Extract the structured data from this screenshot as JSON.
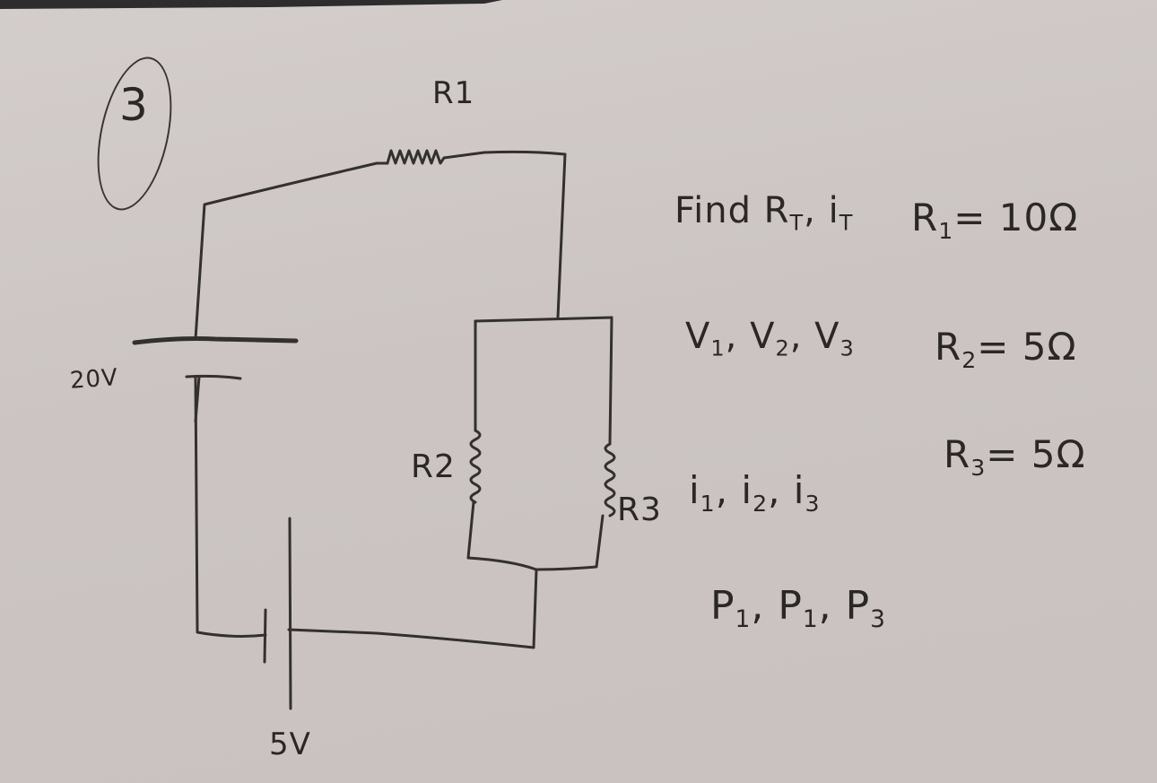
{
  "problem": {
    "number": "3"
  },
  "circuit": {
    "labels": {
      "R1": "R1",
      "R2": "R2",
      "R3": "R3",
      "source_main": "20V",
      "source_secondary": "5V"
    },
    "components": [
      {
        "id": "R1",
        "type": "resistor",
        "position": "top wire, series"
      },
      {
        "id": "R2",
        "type": "resistor",
        "position": "left branch, parallel"
      },
      {
        "id": "R3",
        "type": "resistor",
        "position": "right branch, parallel"
      },
      {
        "id": "V1",
        "type": "battery",
        "label": "20V",
        "position": "left vertical wire"
      },
      {
        "id": "V2",
        "type": "battery",
        "label": "5V",
        "position": "bottom wire"
      }
    ],
    "topology": "20V source in series with R1, then R2 || R3, returning through 5V source"
  },
  "tasks": {
    "line1": {
      "prefix": "Find",
      "items": "R_T, i_T"
    },
    "line2": "V1, V2, V3",
    "line3": "i1, i2, i3",
    "line4": "P1, P1, P3"
  },
  "given": {
    "r1": {
      "label": "R",
      "sub": "1",
      "value": "= 10Ω"
    },
    "r2": {
      "label": "R",
      "sub": "2",
      "value": "= 5Ω"
    },
    "r3": {
      "label": "R",
      "sub": "3",
      "value": "= 5Ω"
    }
  },
  "text": {
    "find": "Find",
    "rt": "R",
    "rt_sub": "T",
    "it": ", i",
    "it_sub": "T",
    "v_line": [
      "V",
      "1",
      ", V",
      "2",
      ", V",
      "3"
    ],
    "i_line": [
      "i",
      "1",
      ", i",
      "2",
      ", i",
      "3"
    ],
    "p_line": [
      "P",
      "1",
      ", P",
      "1",
      ", P",
      "3"
    ]
  }
}
